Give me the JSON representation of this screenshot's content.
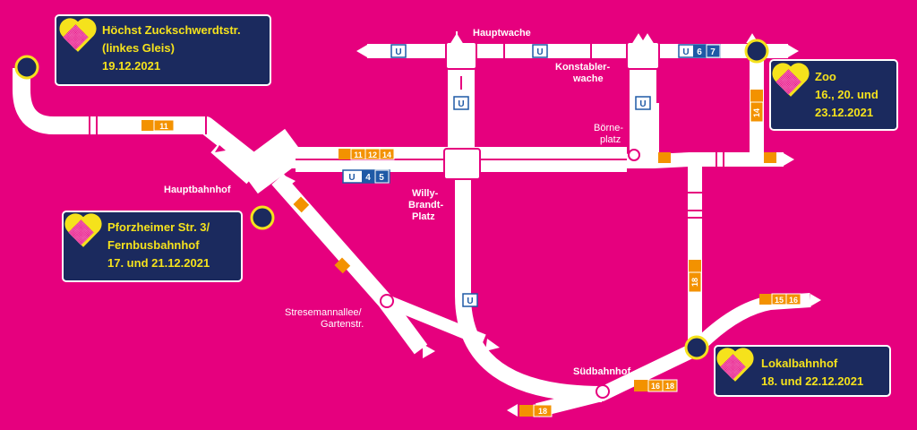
{
  "stations": {
    "hauptwache": "Hauptwache",
    "konstablerwache_1": "Konstabler-",
    "konstablerwache_2": "wache",
    "hauptbahnhof": "Hauptbahnhof",
    "boerneplatz_1": "Börne-",
    "boerneplatz_2": "platz",
    "willy_1": "Willy-",
    "willy_2": "Brandt-",
    "willy_3": "Platz",
    "stresemann_1": "Stresemannallee/",
    "stresemann_2": "Gartenstr.",
    "suedbahnhof": "Südbahnhof"
  },
  "callouts": [
    {
      "id": "hoechst",
      "lines": [
        "Höchst Zuckschwerdtstr.",
        "(linkes Gleis)",
        "19.12.2021"
      ]
    },
    {
      "id": "pforzheimer",
      "lines": [
        "Pforzheimer Str. 3/",
        "Fernbusbahnhof",
        "17. und 21.12.2021"
      ]
    },
    {
      "id": "zoo",
      "lines": [
        "Zoo",
        "16., 20. und",
        "23.12.2021"
      ]
    },
    {
      "id": "lokalbahnhof",
      "lines": [
        "Lokalbahnhof",
        "18. und 22.12.2021"
      ]
    }
  ],
  "ubahn": {
    "u": "U",
    "u67": [
      "6",
      "7"
    ],
    "u45": [
      "4",
      "5"
    ]
  },
  "tram_lines": {
    "t11": [
      "11"
    ],
    "t111214": [
      "11",
      "12",
      "14"
    ],
    "t14": [
      "14"
    ],
    "t18": [
      "18"
    ],
    "t1518": [
      "16",
      "18"
    ],
    "t1516": [
      "15",
      "16"
    ],
    "t18b": [
      "18"
    ]
  },
  "colors": {
    "background": "#e6007e",
    "callout_bg": "#1b2a5e",
    "callout_text": "#f5e21c",
    "stop_fill": "#1b2a5e",
    "stop_ring": "#f5e21c",
    "track": "#ffffff",
    "tram_orange": "#f39200",
    "ubahn_blue": "#1f5aa6"
  },
  "icons": [
    "heart-grid-icon",
    "tram-icon",
    "u-bahn-icon",
    "building-icon",
    "arrow-left-icon",
    "arrow-right-icon"
  ]
}
